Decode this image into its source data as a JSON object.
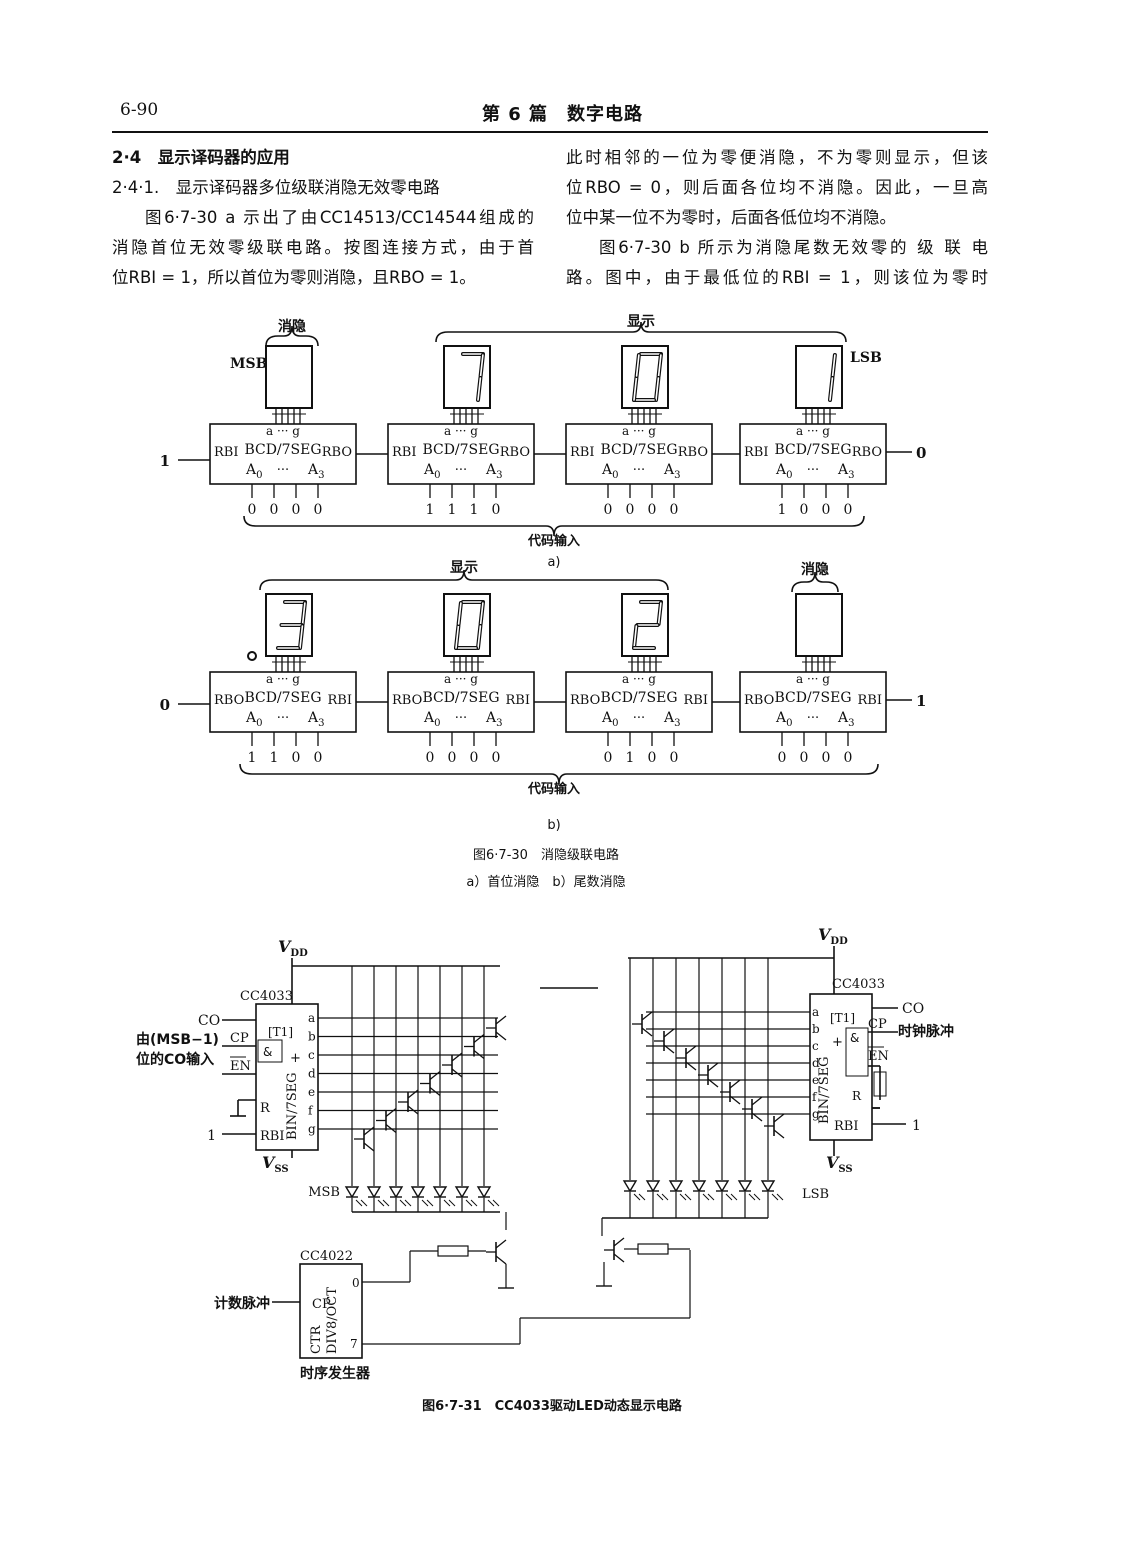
{
  "header": {
    "page_number": "6-90",
    "title": "第 6 篇　数字电路"
  },
  "left_column": {
    "section": "2·4　显示译码器的应用",
    "subsection": "2·4·1.　显示译码器多位级联消隐无效零电路",
    "para_lines": [
      "图6·7-30 a 示出了由CC14513/CC14544组成的",
      "消隐首位无效零级联电路。按图连接方式，由于首",
      "位RBI = 1，所以首位为零则消隐，且RBO = 1。"
    ]
  },
  "right_column": {
    "lines": [
      "此时相邻的一位为零便消隐，不为零则显示，但该",
      "位RBO = 0，则后面各位均不消隐。因此，一旦高",
      "位中某一位不为零时，后面各低位均不消隐。",
      "图6·7-30 b 所示为消隐尾数无效零的 级 联 电",
      "路。图中，由于最低位的RBI = 1，则该位为零时"
    ]
  },
  "fig30": {
    "a": {
      "blank_label": "消隐",
      "show_label": "显示",
      "msb": "MSB",
      "lsb": "LSB",
      "digits": [
        "",
        "7",
        "0",
        "1"
      ],
      "codes": [
        [
          "0",
          "0",
          "0",
          "0"
        ],
        [
          "1",
          "1",
          "1",
          "0"
        ],
        [
          "0",
          "0",
          "0",
          "0"
        ],
        [
          "1",
          "0",
          "0",
          "0"
        ]
      ],
      "left_in": "1",
      "right_out": "0",
      "code_input": "代码输入",
      "sub": "a)"
    },
    "b": {
      "blank_label": "消隐",
      "show_label": "显示",
      "digits": [
        "3",
        "0",
        "2",
        ""
      ],
      "codes": [
        [
          "1",
          "1",
          "0",
          "0"
        ],
        [
          "0",
          "0",
          "0",
          "0"
        ],
        [
          "0",
          "1",
          "0",
          "0"
        ],
        [
          "0",
          "0",
          "0",
          "0"
        ]
      ],
      "left_out": "0",
      "right_in": "1",
      "code_input": "代码输入",
      "sub": "b)"
    },
    "chip": {
      "seg": "a ··· g",
      "name": "BCD/7SEG",
      "rbi": "RBI",
      "rbo": "RBO",
      "a0": "A",
      "dots": "···",
      "a3": "A"
    },
    "caption": "图6·7-30　消隐级联电路",
    "caption_sub": "a）首位消隐　b）尾数消隐"
  },
  "fig31": {
    "vdd": "V",
    "vdd_sub": "DD",
    "vss": "V",
    "vss_sub": "SS",
    "chip_name": "CC4033",
    "t1": "[T1]",
    "amp": "&",
    "plus": "+",
    "bin": "BIN/7SEG",
    "co": "CO",
    "cp": "CP",
    "en": "EN",
    "r": "R",
    "rbi": "RBI",
    "seg_pins": [
      "a",
      "b",
      "c",
      "d",
      "e",
      "f",
      "g"
    ],
    "left_in_label_1": "由(MSB−1)",
    "left_in_label_2": "位的CO输入",
    "right_clock_label": "时钟脉冲",
    "rbi_value": "1",
    "msb": "MSB",
    "lsb": "LSB",
    "counter_name": "CC4022",
    "counter_label": "计数脉冲",
    "counter_cp": "CP",
    "counter_ctr": "CTR",
    "counter_div": "DIV8/OCT",
    "counter_q0": "0",
    "counter_q7": "7",
    "timing_label": "时序发生器",
    "caption": "图6·7-31　CC4033驱动LED动态显示电路"
  }
}
